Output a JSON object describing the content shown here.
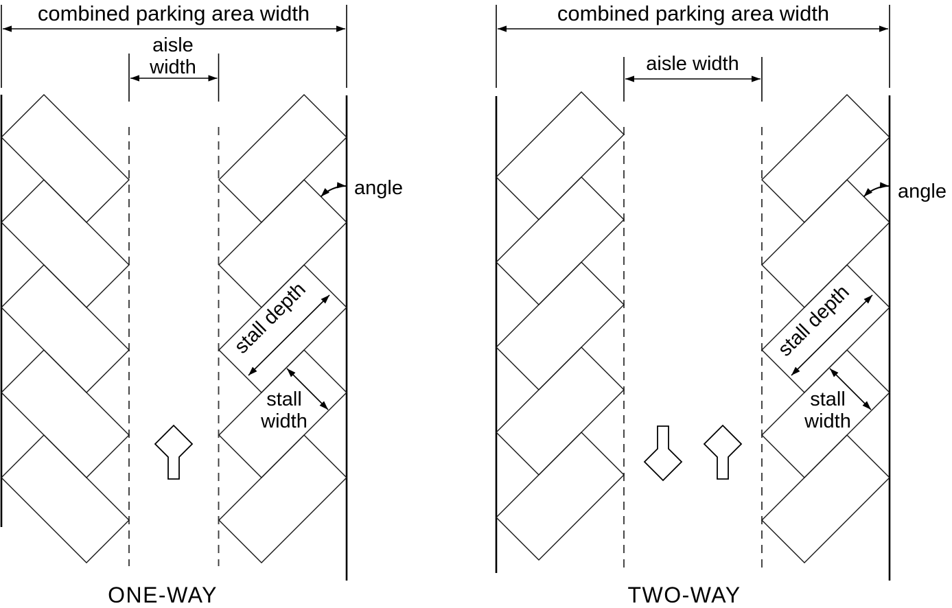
{
  "page": {
    "background": "#ffffff",
    "ink": "#000000",
    "dash_color": "#3c3c3c"
  },
  "diagrams": {
    "one_way": {
      "title": "ONE-WAY",
      "combined_width_label": "combined parking area width",
      "aisle_label_lines": [
        "aisle",
        "width"
      ],
      "angle_label": "angle",
      "stall_depth_label": "stall depth",
      "stall_width_label_lines": [
        "stall",
        "width"
      ],
      "flow_arrows": [
        "up"
      ]
    },
    "two_way": {
      "title": "TWO-WAY",
      "combined_width_label": "combined parking area width",
      "aisle_label_lines": [
        "aisle width"
      ],
      "angle_label": "angle",
      "stall_depth_label": "stall depth",
      "stall_width_label_lines": [
        "stall",
        "width"
      ],
      "flow_arrows": [
        "down",
        "up"
      ]
    }
  }
}
